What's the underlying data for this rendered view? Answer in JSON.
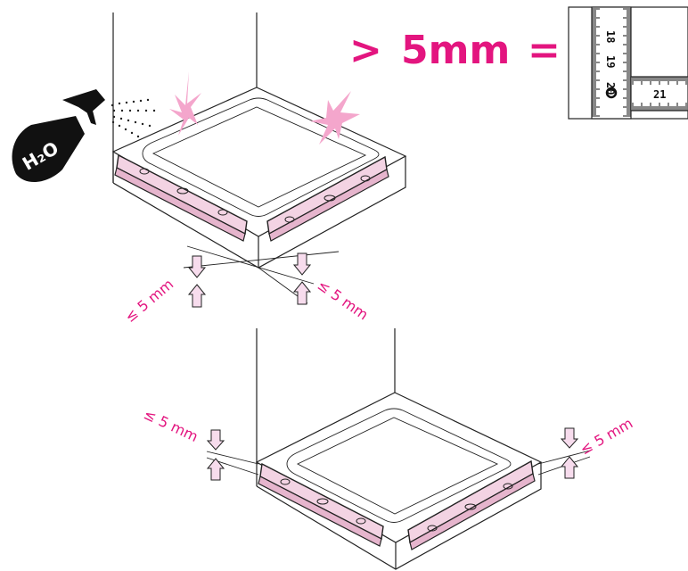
{
  "header": {
    "greater_than": ">",
    "threshold": "5mm",
    "equals": "="
  },
  "ruler": {
    "numbers": [
      "18",
      "19",
      "20",
      "21"
    ]
  },
  "spray_bottle": {
    "label": "H₂O"
  },
  "tolerance_labels": {
    "top_left": "≤ 5 mm",
    "top_right": "≤ 5 mm",
    "bottom_left": "≤ 5 mm",
    "bottom_right": "≤ 5 mm"
  },
  "colors": {
    "accent": "#e3157f",
    "level_fill": "#f3d3e3",
    "ink": "#222222"
  }
}
